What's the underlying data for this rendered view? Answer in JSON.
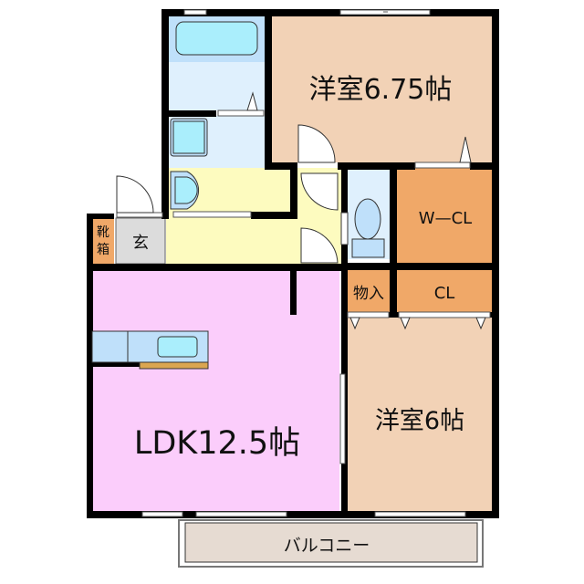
{
  "floorplan": {
    "rooms": [
      {
        "id": "western-room-1",
        "label": "洋室6.75帖",
        "color": "#f2d2b6"
      },
      {
        "id": "western-room-2",
        "label": "洋室6帖",
        "color": "#f2d2b6"
      },
      {
        "id": "ldk",
        "label": "LDK12.5帖",
        "color": "#fbcdfb"
      },
      {
        "id": "walk-in-closet",
        "label": "W—CL",
        "color": "#f0a868"
      },
      {
        "id": "closet",
        "label": "CL",
        "color": "#f0a868"
      },
      {
        "id": "storage",
        "label": "物入",
        "color": "#f0a868"
      },
      {
        "id": "entrance",
        "label": "玄",
        "color": "#dcdcdc"
      },
      {
        "id": "shoe-box",
        "label": "靴\n箱",
        "label_top": "靴",
        "label_bottom": "箱",
        "color": "#f0a868"
      },
      {
        "id": "balcony",
        "label": "バルコニー",
        "color": "#e6dbd2"
      },
      {
        "id": "hallway",
        "label": "",
        "color": "#fdfbbf"
      },
      {
        "id": "bathroom",
        "label": "",
        "color": "#dff0fd"
      },
      {
        "id": "washroom",
        "label": "",
        "color": "#dff0fd"
      },
      {
        "id": "toilet",
        "label": "",
        "color": "#dff0fd"
      }
    ],
    "colors": {
      "wall": "#000000",
      "fixture_fill": "#aaeefc",
      "fixture_base": "#bfe0fa",
      "counter": "#dba650"
    }
  }
}
